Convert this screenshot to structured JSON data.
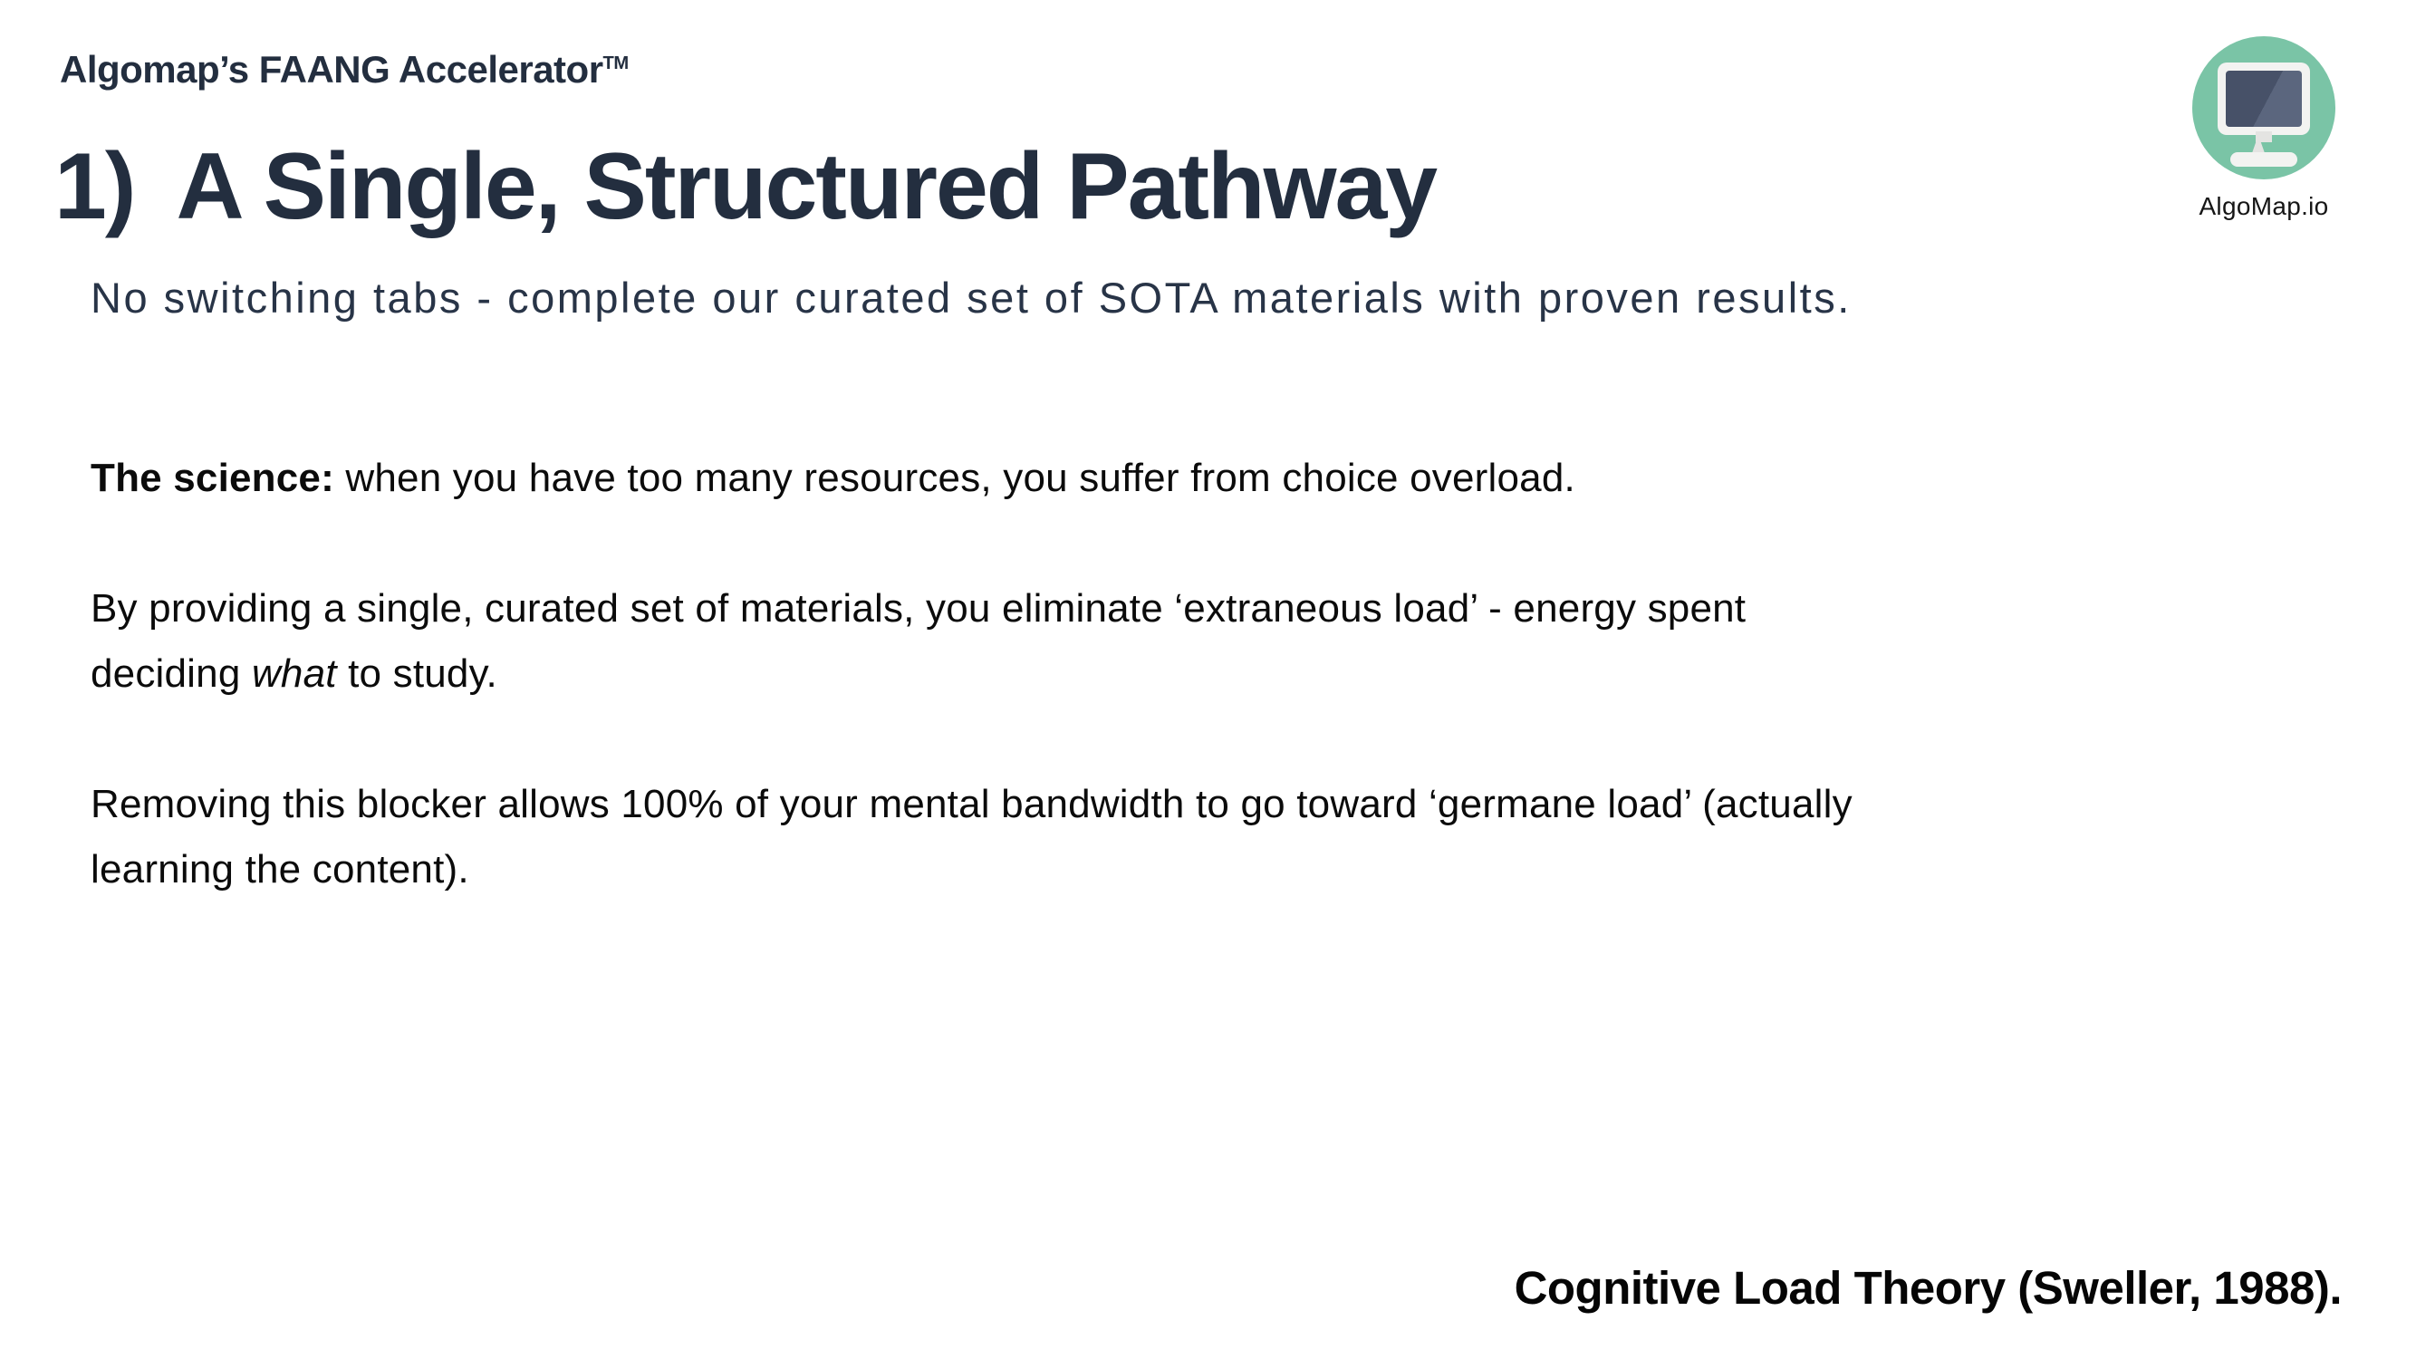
{
  "slide": {
    "background_color": "#ffffff",
    "accent_navy": "#232e3f",
    "body_text_color": "#0b0b0b"
  },
  "header": {
    "brand": "Algomap’s FAANG Accelerator",
    "brand_tm": "TM"
  },
  "logo": {
    "icon": "monitor-icon",
    "circle_color": "#7ac4a6",
    "screen_color": "#475168",
    "screen_highlight_color": "#5b667e",
    "label": "AlgoMap.io"
  },
  "heading": {
    "number": "1)",
    "title": "A Single, Structured Pathway"
  },
  "subtitle": "No switching tabs - complete our curated set of SOTA materials with proven results.",
  "body": {
    "p1_bold": "The science:",
    "p1_rest": " when you have too many resources, you suffer from choice overload.",
    "p2_before": "By providing a single, curated set of materials, you eliminate ‘extraneous load’ - energy spent\ndeciding ",
    "p2_italic": "what",
    "p2_after": " to study.",
    "p3": "Removing this blocker allows 100% of your mental bandwidth to go toward ‘germane load’ (actually\nlearning the content)."
  },
  "citation": "Cognitive Load Theory (Sweller, 1988)."
}
